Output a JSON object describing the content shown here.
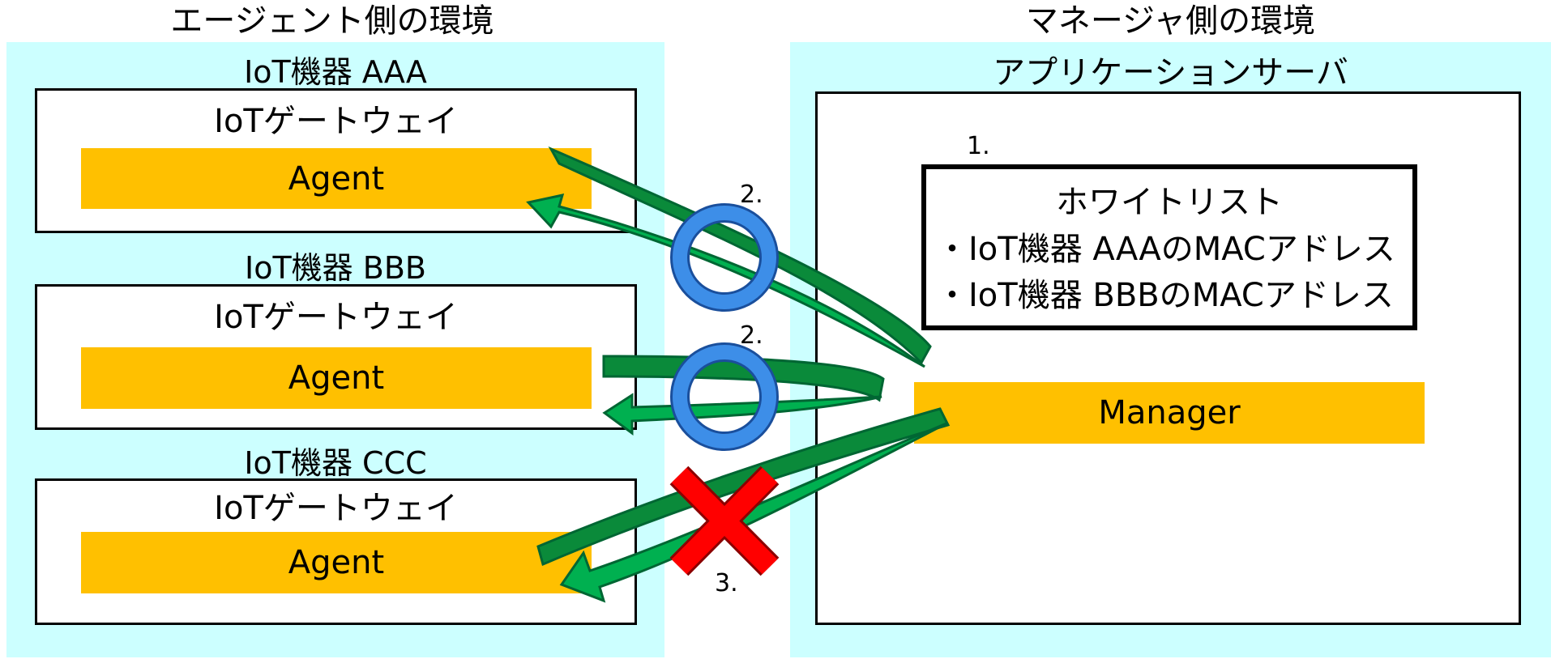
{
  "agent_env": {
    "title": "エージェント側の環境",
    "devices": [
      {
        "label": "IoT機器 AAA",
        "gateway": "IoTゲートウェイ",
        "agent": "Agent"
      },
      {
        "label": "IoT機器 BBB",
        "gateway": "IoTゲートウェイ",
        "agent": "Agent"
      },
      {
        "label": "IoT機器 CCC",
        "gateway": "IoTゲートウェイ",
        "agent": "Agent"
      }
    ]
  },
  "manager_env": {
    "title": "マネージャ側の環境",
    "server_label": "アプリケーションサーバ",
    "whitelist": {
      "step": "1.",
      "title": "ホワイトリスト",
      "items": [
        "・IoT機器 AAAのMACアドレス",
        "・IoT機器 BBBのMACアドレス"
      ]
    },
    "manager": "Manager"
  },
  "flows": [
    {
      "step": "2.",
      "result": "allowed",
      "symbol": "circle-icon"
    },
    {
      "step": "2.",
      "result": "allowed",
      "symbol": "circle-icon"
    },
    {
      "step": "3.",
      "result": "denied",
      "symbol": "cross-icon"
    }
  ],
  "colors": {
    "env_background": "#ccffff",
    "agent_bar": "#ffc000",
    "manager_bar": "#ffc000",
    "arrow_dark": "#0a8a3a",
    "arrow_light": "#00b050",
    "allowed": "#3d8ee8",
    "denied": "#ff0000"
  }
}
